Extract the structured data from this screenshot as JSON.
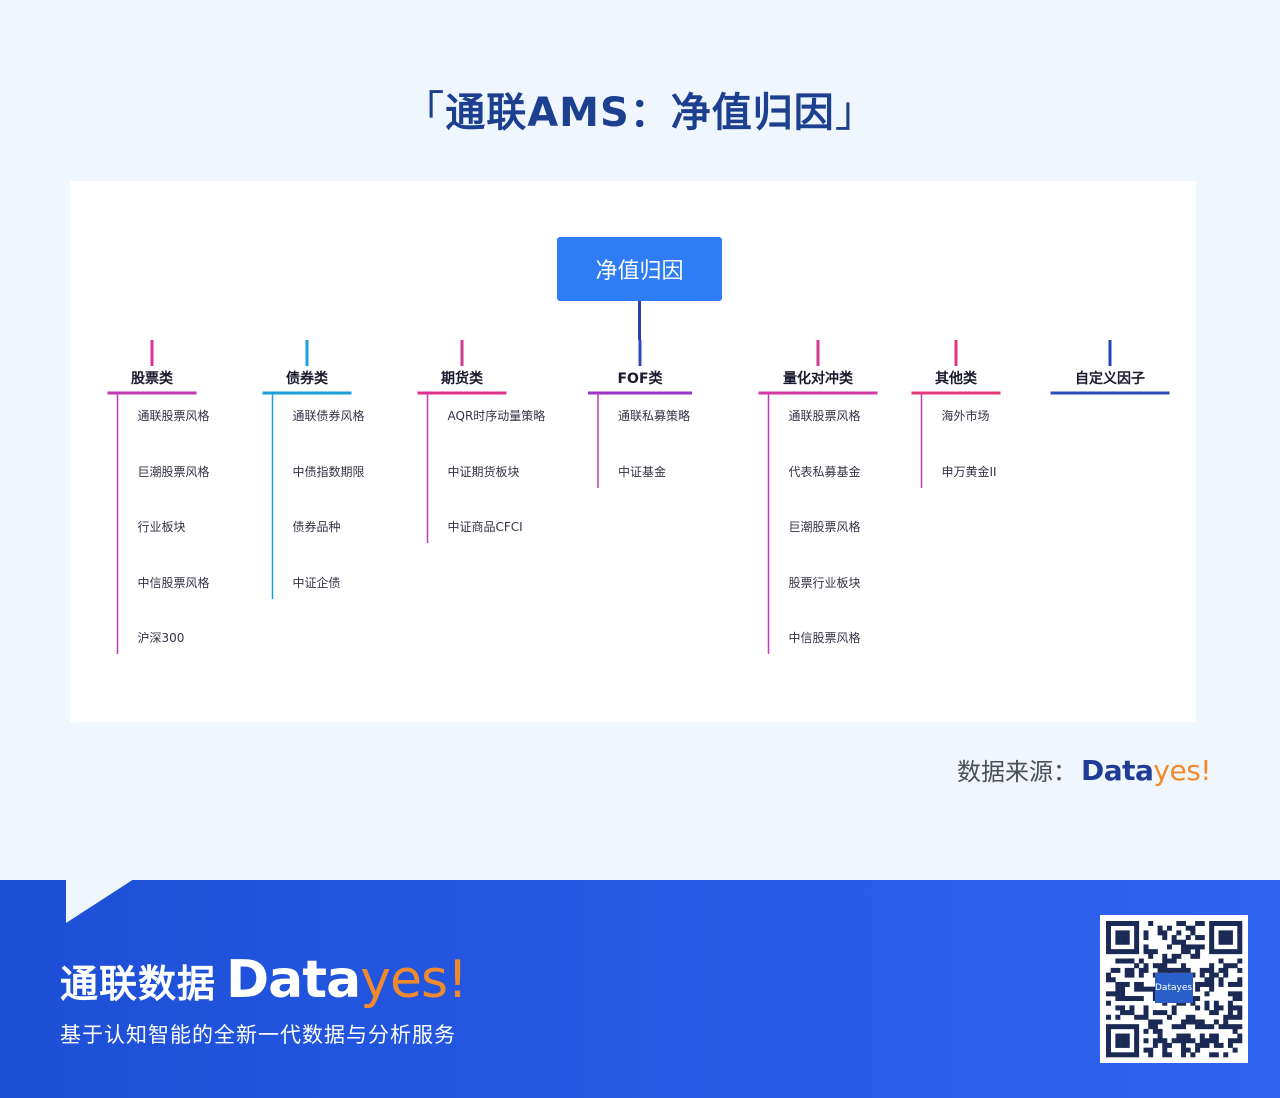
{
  "title": {
    "open_bracket": "「",
    "text": "通联AMS：净值归因",
    "close_bracket": "」"
  },
  "diagram": {
    "root": "净值归因",
    "root_color": "#2f7df6",
    "categories": [
      {
        "label": "股票类",
        "children": [
          "通联股票风格",
          "巨潮股票风格",
          "行业板块",
          "中信股票风格",
          "沪深300"
        ]
      },
      {
        "label": "债券类",
        "children": [
          "通联债券风格",
          "中债指数期限",
          "债券品种",
          "中证企债"
        ]
      },
      {
        "label": "期货类",
        "children": [
          "AQR时序动量策略",
          "中证期货板块",
          "中证商品CFCI"
        ]
      },
      {
        "label": "FOF类",
        "children": [
          "通联私募策略",
          "中证基金"
        ]
      },
      {
        "label": "量化对冲类",
        "children": [
          "通联股票风格",
          "代表私募基金",
          "巨潮股票风格",
          "股票行业板块",
          "中信股票风格"
        ]
      },
      {
        "label": "其他类",
        "children": [
          "海外市场",
          "申万黄金II"
        ]
      },
      {
        "label": "自定义因子",
        "children": []
      }
    ]
  },
  "source": {
    "label": "数据来源：",
    "logo_data": "Data",
    "logo_yes": "yes!"
  },
  "footer": {
    "brand_cn": "通联数据",
    "logo_data": "Data",
    "logo_yes": "yes!",
    "slogan": "基于认知智能的全新一代数据与分析服务",
    "qr_logo": "Datayes!"
  },
  "colors": {
    "title": "#1c3f8f",
    "footer_bg": "#2a5ce6",
    "accent_orange": "#f08a2e"
  }
}
